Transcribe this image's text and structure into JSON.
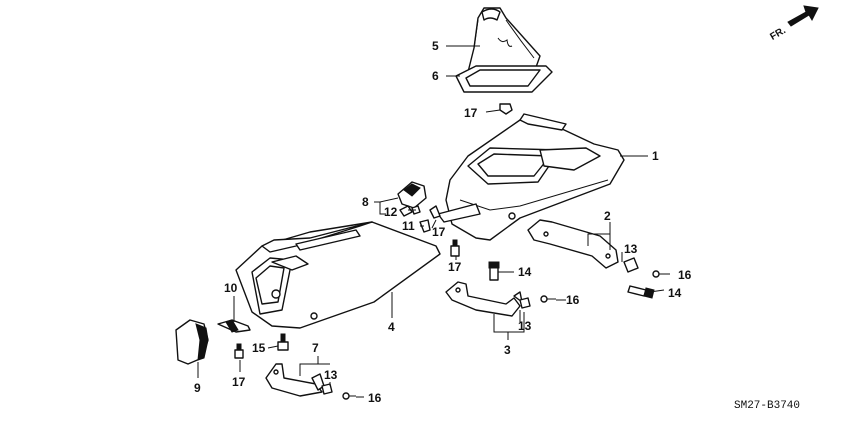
{
  "diagram": {
    "callouts": {
      "c1": "1",
      "c2": "2",
      "c3": "3",
      "c4": "4",
      "c5": "5",
      "c6": "6",
      "c7": "7",
      "c8": "8",
      "c9": "9",
      "c10": "10",
      "c11": "11",
      "c12": "12",
      "c13a": "13",
      "c13b": "13",
      "c13c": "13",
      "c14a": "14",
      "c14b": "14",
      "c15": "15",
      "c16a": "16",
      "c16b": "16",
      "c16c": "16",
      "c17a": "17",
      "c17b": "17",
      "c17c": "17",
      "c17d": "17"
    },
    "front_indicator": "FR.",
    "diagram_code": "SM27-B3740"
  }
}
